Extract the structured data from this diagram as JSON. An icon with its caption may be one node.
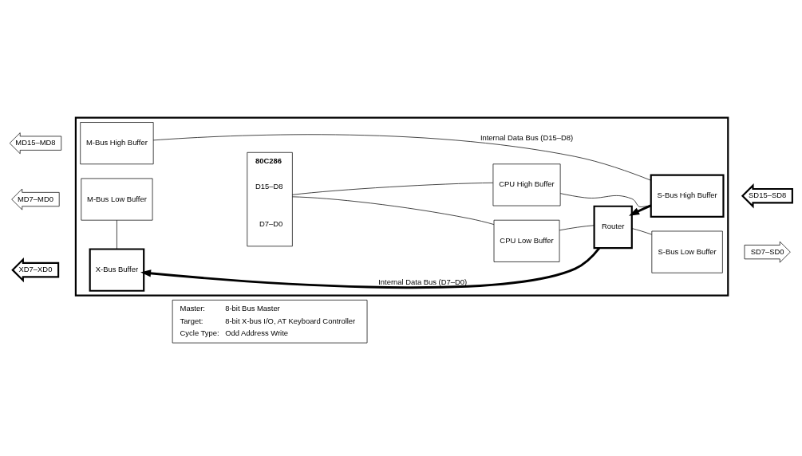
{
  "diagram": {
    "nodes": [
      {
        "text": [],
        "shape": "box"
      },
      {
        "text": [
          "MD15–MD8"
        ]
      },
      {
        "text": [
          "M-Bus High Buffer"
        ],
        "in": 0
      },
      {
        "text": [
          "S-Bus High Buffer"
        ],
        "in": 0
      },
      {
        "text": [
          "SD15–SD8"
        ]
      },
      {
        "text": [
          "80C286",
          "D15–D8",
          "D7–D0"
        ],
        "in": 0
      },
      {
        "text": [
          "CPU High Buffer"
        ],
        "in": 0
      },
      {
        "text": [
          "MD7–MD0"
        ]
      },
      {
        "text": [
          "M-Bus Low Buffer"
        ],
        "in": 0
      },
      {
        "text": [
          "Router"
        ],
        "in": 0
      },
      {
        "text": [
          "CPU Low Buffer"
        ],
        "in": 0
      },
      {
        "text": [
          "XD7–XD0"
        ]
      },
      {
        "text": [
          "X-Bus Buffer"
        ],
        "in": 0
      },
      {
        "text": [
          "S-Bus Low Buffer"
        ],
        "in": 0
      },
      {
        "text": [
          "SD7–SD0"
        ]
      },
      {
        "text": [
          "Master:",
          "8-bit Bus Master",
          "Target:",
          "8-bit X-bus I/O, AT Keyboard Controller",
          "Cycle Type:",
          "Odd Address Write"
        ]
      }
    ],
    "edges": [
      {
        "from": 2,
        "to": 3,
        "arrow": "none",
        "label": "Internal Data Bus (D15–D8)"
      },
      {
        "from": 6,
        "to": 3,
        "arrow": "none"
      },
      {
        "from": 3,
        "to": 9,
        "arrow": "to",
        "style": "thick"
      },
      {
        "from": 5,
        "to": 6,
        "arrow": "none"
      },
      {
        "from": 5,
        "to": 10,
        "arrow": "none"
      },
      {
        "from": 9,
        "to": 12,
        "arrow": "to",
        "style": "thick",
        "label": "Internal Data Bus (D7–D0)"
      },
      {
        "from": 8,
        "to": 12,
        "arrow": "none"
      },
      {
        "from": 10,
        "to": 9,
        "arrow": "none"
      },
      {
        "from": 13,
        "to": 9,
        "arrow": "none"
      }
    ]
  }
}
